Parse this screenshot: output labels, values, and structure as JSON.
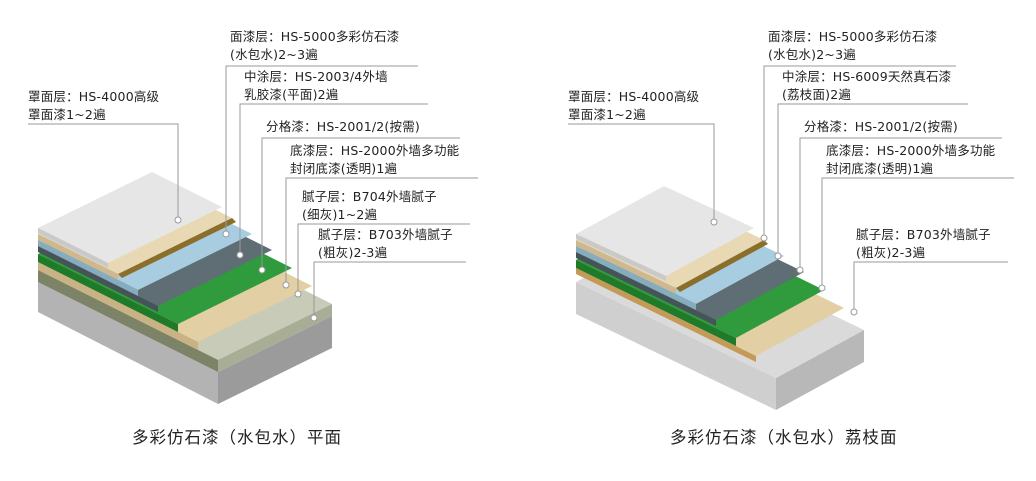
{
  "diagrams": [
    {
      "caption": "多彩仿石漆（水包水）平面",
      "labels": [
        [
          "面漆层：HS-5000多彩仿石漆",
          "(水包水)2~3遍"
        ],
        [
          "中涂层：HS-2003/4外墙",
          "乳胶漆(平面)2遍"
        ],
        [
          "罩面层：HS-4000高级",
          "罩面漆1~2遍"
        ],
        [
          "分格漆：HS-2001/2(按需)"
        ],
        [
          "底漆层：HS-2000外墙多功能",
          "封闭底漆(透明)1遍"
        ],
        [
          "腻子层：B704外墙腻子",
          "(细灰)1~2遍"
        ],
        [
          "腻子层：B703外墙腻子",
          "(粗灰)2-3遍"
        ]
      ]
    },
    {
      "caption": "多彩仿石漆（水包水）荔枝面",
      "labels": [
        [
          "面漆层：HS-5000多彩仿石漆",
          "(水包水)2~3遍"
        ],
        [
          "中涂层：HS-6009天然真石漆",
          "(荔枝面)2遍"
        ],
        [
          "罩面层：HS-4000高级",
          "罩面漆1~2遍"
        ],
        [
          "分格漆：HS-2001/2(按需)"
        ],
        [
          "底漆层：HS-2000外墙多功能",
          "封闭底漆(透明)1遍"
        ],
        [
          "腻子层：B703外墙腻子",
          "(粗灰)2-3遍"
        ]
      ]
    }
  ],
  "colors": {
    "base": "#b9b9b9",
    "putty_coarse": "#c7cbb7",
    "putty_fine": "#e2cfa3",
    "primer": "#2f9b3c",
    "grid": "#5f6e74",
    "midcoat": "#a9cde0",
    "topcoat": "#e9d8b4",
    "grid_stripe": "#8a6e2a",
    "clearcoat": "#e6e6e6",
    "leader": "#9a9a9a"
  }
}
